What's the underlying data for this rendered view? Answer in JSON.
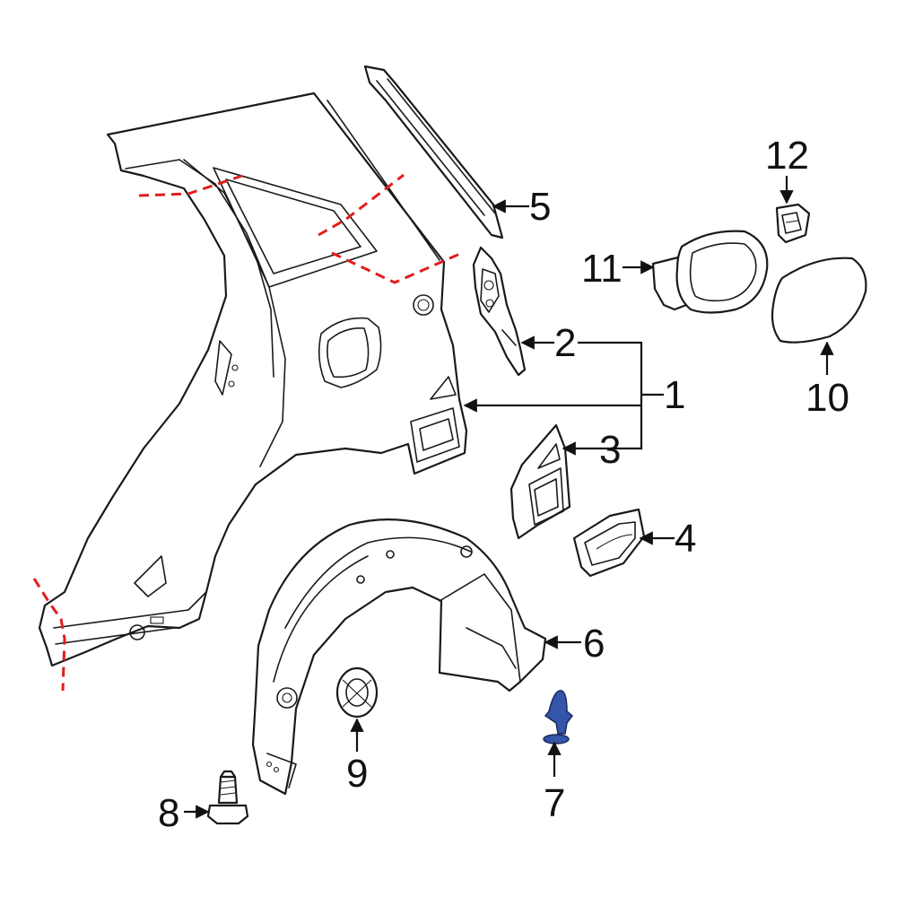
{
  "accent_color": "#3355aa",
  "cut_line_color": "#e11d1d",
  "callouts": {
    "c1": "1",
    "c2": "2",
    "c3": "3",
    "c4": "4",
    "c5": "5",
    "c6": "6",
    "c7": "7",
    "c8": "8",
    "c9": "9",
    "c10": "10",
    "c11": "11",
    "c12": "12"
  }
}
